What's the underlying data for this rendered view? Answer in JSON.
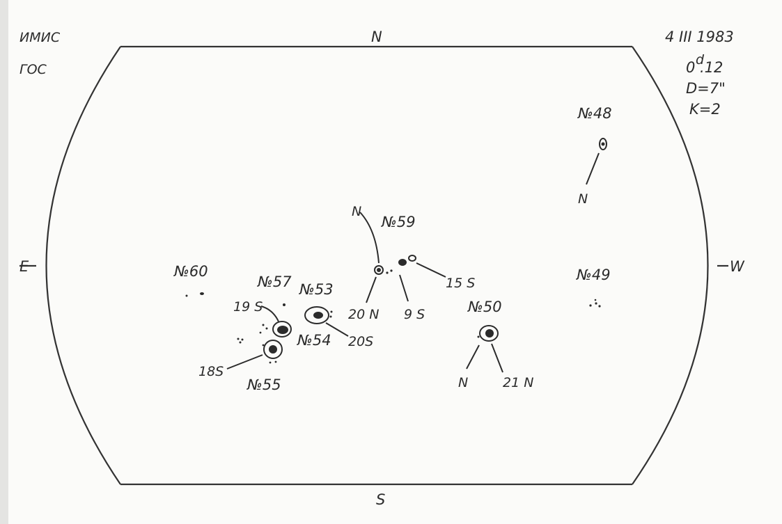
{
  "header": {
    "observatory": "ИМИС",
    "gos": "ГОС",
    "date": "4 III 1983",
    "time_main": "0",
    "time_sup": "d",
    "time_frac": ".12",
    "diameter": "D=7\"",
    "k_value": "K=2"
  },
  "directions": {
    "north": "N",
    "south": "S",
    "east": "E",
    "west": "W"
  },
  "groups": {
    "g48": {
      "label": "№48",
      "lat": "N"
    },
    "g49": {
      "label": "№49"
    },
    "g50": {
      "label": "№50",
      "lat_a": "N",
      "lat_b": "21 N"
    },
    "g53": {
      "label": "№53",
      "lat": "20S"
    },
    "g54": {
      "label": "№54"
    },
    "g55": {
      "label": "№55",
      "lat": "18S"
    },
    "g57": {
      "label": "№57",
      "lat": "19 S"
    },
    "g59": {
      "label": "№59",
      "lat_n": "N",
      "lat_a": "20 N",
      "lat_b": "9 S",
      "lat_c": "15 S"
    },
    "g60": {
      "label": "№60"
    }
  }
}
